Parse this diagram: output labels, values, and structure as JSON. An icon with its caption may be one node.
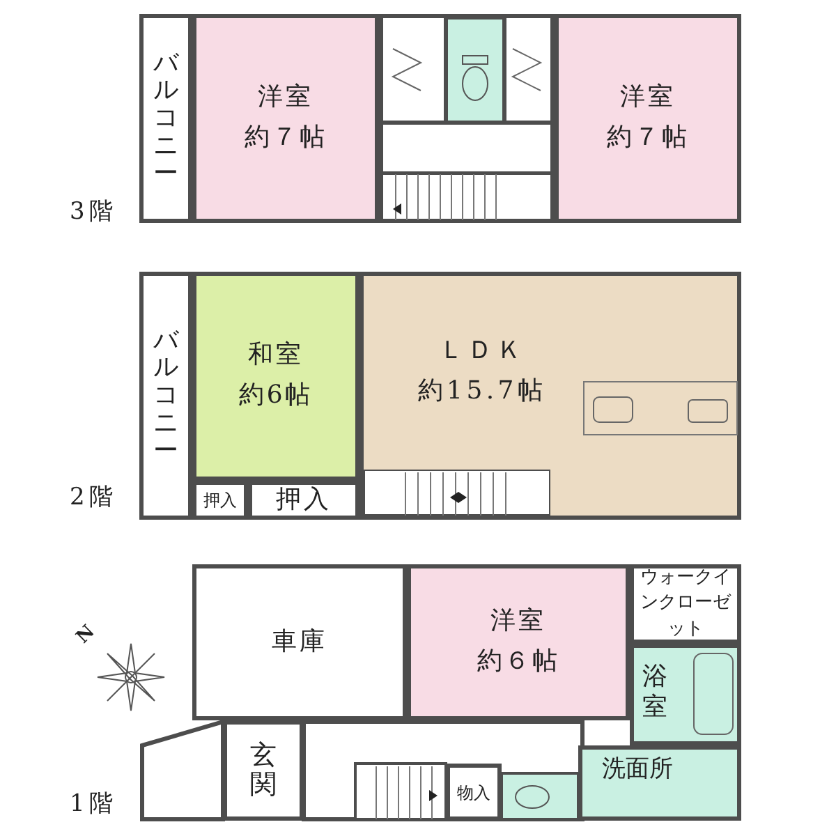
{
  "diagram": {
    "nodes": [
      {
        "text": [
          "バルコニー"
        ]
      },
      {
        "text": [
          "洋室",
          "約７帖"
        ]
      },
      {
        "text": [
          "洋室",
          "約７帖"
        ]
      },
      {
        "text": [
          "バルコニー"
        ]
      },
      {
        "text": [
          "和室",
          "約6帖"
        ]
      },
      {
        "text": [
          "ＬＤＫ",
          "約15.7帖"
        ]
      },
      {
        "text": [
          "押入"
        ]
      },
      {
        "text": [
          "押入"
        ]
      },
      {
        "text": [
          "車庫"
        ]
      },
      {
        "text": [
          "洋室",
          "約６帖"
        ]
      },
      {
        "text": [
          "ウォークインクローゼット"
        ]
      },
      {
        "text": [
          "浴室"
        ]
      },
      {
        "text": [
          "玄関"
        ]
      },
      {
        "text": [
          "物入"
        ]
      },
      {
        "text": [
          "洗面所"
        ]
      }
    ],
    "labels": [
      "3階",
      "2階",
      "1階",
      "N"
    ]
  }
}
